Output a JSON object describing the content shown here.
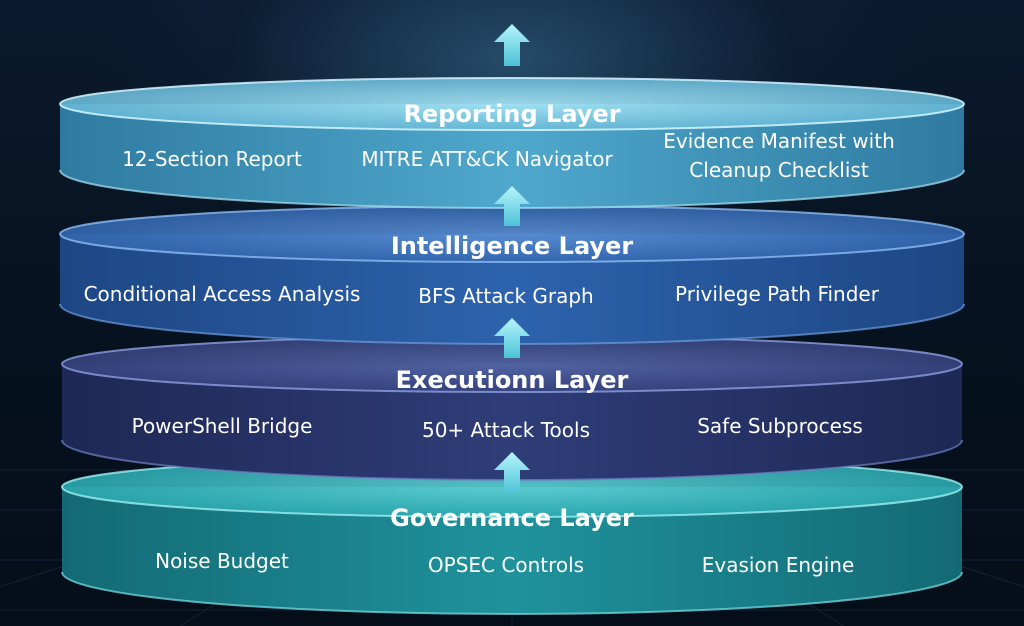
{
  "layers": [
    {
      "title": "Reporting Layer",
      "items": [
        "12-Section Report",
        "MITRE ATT&CK Navigator",
        "Evidence Manifest with",
        "Cleanup Checklist"
      ]
    },
    {
      "title": "Intelligence Layer",
      "items": [
        "Conditional Access Analysis",
        "BFS Attack Graph",
        "Privilege Path Finder"
      ]
    },
    {
      "title": "Executionn Layer",
      "items": [
        "PowerShell Bridge",
        "50+ Attack Tools",
        "Safe Subprocess"
      ]
    },
    {
      "title": "Governance Layer",
      "items": [
        "Noise Budget",
        "OPSEC Controls",
        "Evasion Engine"
      ]
    }
  ],
  "colors": {
    "reporting": "#5ab4d6",
    "intelligence": "#2a5fa8",
    "execution": "#2c3a72",
    "governance": "#1f8f9a",
    "arrow": "#7fe3ef",
    "background": "#071321"
  }
}
